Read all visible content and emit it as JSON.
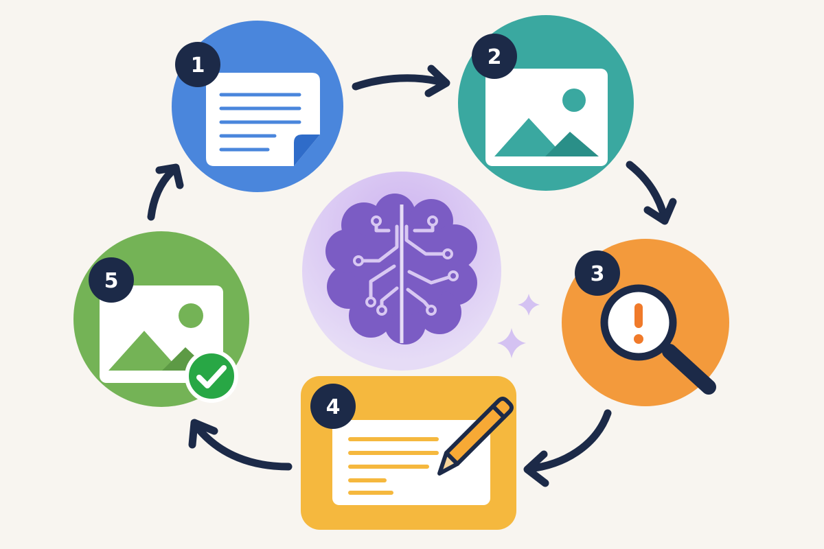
{
  "steps": [
    {
      "number": "1",
      "icon": "document-icon",
      "color": "#4a86dc"
    },
    {
      "number": "2",
      "icon": "image-icon",
      "color": "#3aa8a0"
    },
    {
      "number": "3",
      "icon": "magnifier-alert-icon",
      "color": "#f39a3c"
    },
    {
      "number": "4",
      "icon": "document-edit-icon",
      "color": "#f5b83e"
    },
    {
      "number": "5",
      "icon": "image-check-icon",
      "color": "#74b356"
    }
  ],
  "center": {
    "icon": "ai-brain-icon",
    "color": "#7b5cc4"
  },
  "colors": {
    "badge": "#1c2a48",
    "arrow": "#1c2a48",
    "background": "#f8f5f0",
    "check": "#28a745",
    "alert": "#f07a2a"
  }
}
